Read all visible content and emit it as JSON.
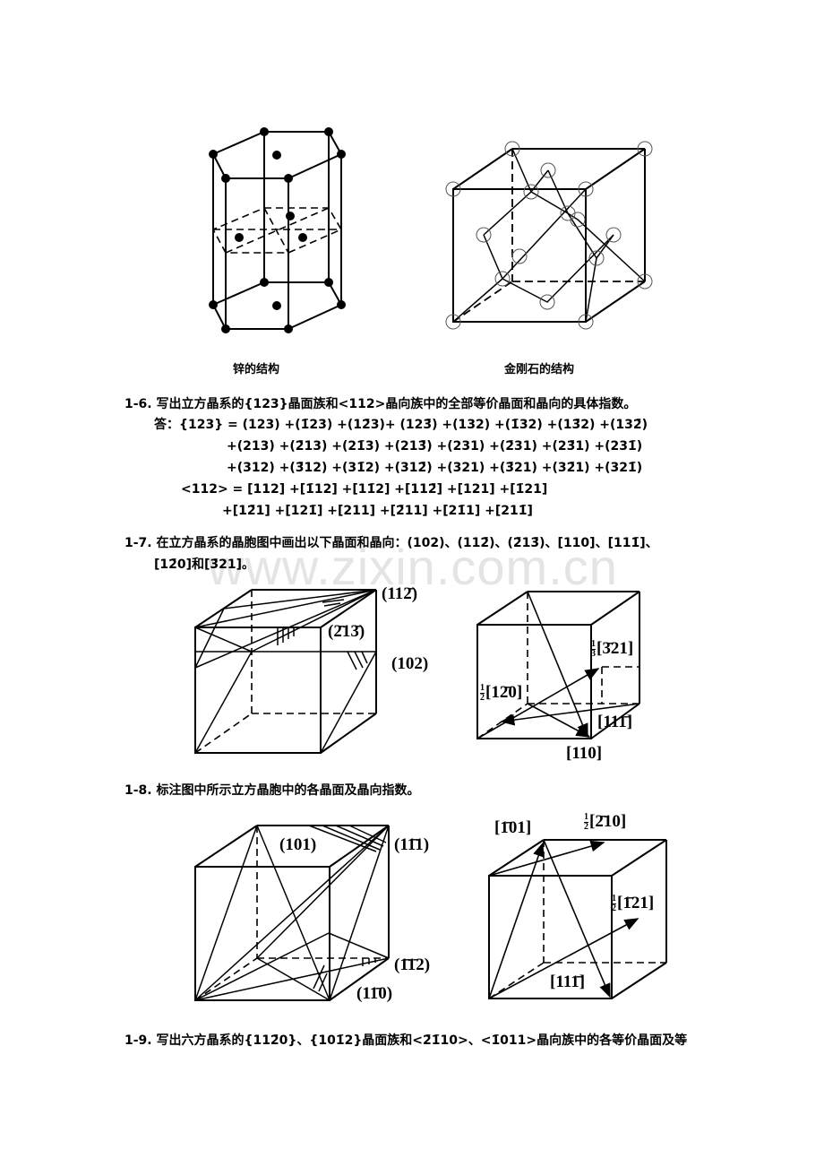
{
  "figures": {
    "zinc_caption": "锌的结构",
    "diamond_caption": "金刚石的结构"
  },
  "q1_6": {
    "question": "1-6. 写出立方晶系的{123}晶面族和<112>晶向族中的全部等价晶面和晶向的具体指数。",
    "answer_line1": "答：{123} = (123) +(1̄23) +(12̄3)+ (123̄) +(132) +(1̄32) +(13̄2) +(132̄)",
    "answer_line2": "+(213) +(2̄13) +(21̄3) +(213̄) +(231) +(2̄31) +(23̄1) +(231̄)",
    "answer_line3": "+(312) +(3̄12) +(31̄2) +(312̄) +(321) +(3̄21) +(32̄1) +(321̄)",
    "answer_line4": "<112> = [112] +[1̄12] +[11̄2] +[112̄] +[121] +[1̄21]",
    "answer_line5": "+[12̄1] +[121̄] +[211] +[2̄11] +[21̄1] +[211̄]"
  },
  "q1_7": {
    "question_line1": "1-7. 在立方晶系的晶胞图中画出以下晶面和晶向：(102)、(112̄)、(2̄13̄)、[110]、[111̄]、",
    "question_line2": "[12̄0]和[3̄21]。",
    "left_labels": [
      "(112̄)",
      "(2̄13̄)",
      "(102)"
    ],
    "right_labels": {
      "l1_frac": [
        "1",
        "3"
      ],
      "l1": "[3̄21]",
      "l2_frac": [
        "1",
        "2"
      ],
      "l2": "[12̄0]",
      "l3": "[111̄]",
      "l4": "[110]"
    }
  },
  "q1_8": {
    "question": "1-8. 标注图中所示立方晶胞中的各晶面及晶向指数。",
    "left_labels": [
      "(101)",
      "(11̄1)",
      "(1̄1̄2)",
      "(11̄0)"
    ],
    "right_labels": {
      "l1": "[1̄01]",
      "l2_frac": [
        "1",
        "2"
      ],
      "l2": "[2̄10]",
      "l3_frac": [
        "1",
        "2"
      ],
      "l3": "[1̄21]",
      "l4": "[111̄]"
    }
  },
  "q1_9": {
    "question": "1-9. 写出六方晶系的{112̄0}、{101̄2}晶面族和<2̄1̄10>、<1̄011>晶向族中的各等价晶面及等"
  },
  "watermark": "www.zixin.com.cn"
}
